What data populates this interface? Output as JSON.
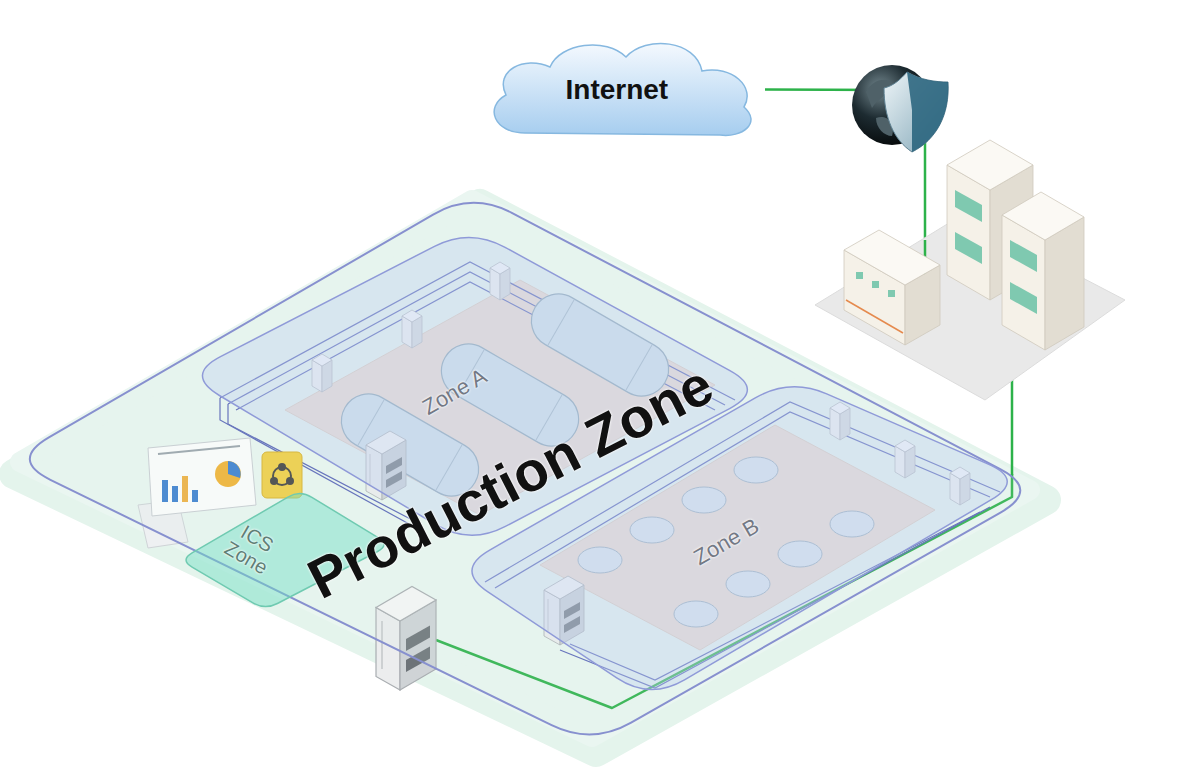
{
  "diagram": {
    "nodes": [
      {
        "text": [
          "Internet"
        ]
      },
      {
        "text": [
          "Production Zone"
        ]
      },
      {
        "text": [
          "Zone A"
        ],
        "in": 1
      },
      {
        "text": [
          "Zone B"
        ],
        "in": 1
      },
      {
        "text": [
          "ICS Zone"
        ],
        "in": 1
      }
    ],
    "edges": [
      {
        "from": 0,
        "to": 1,
        "arrow": "none"
      }
    ]
  }
}
